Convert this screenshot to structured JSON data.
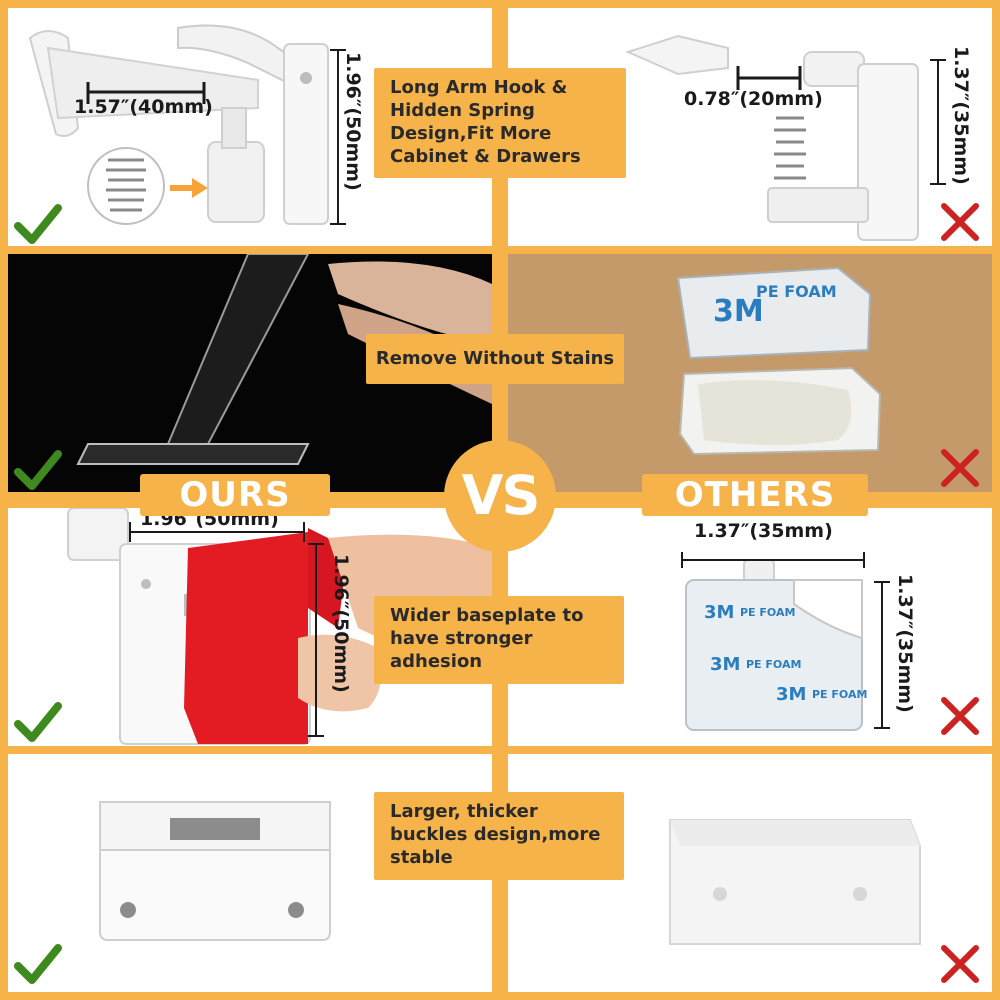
{
  "labels": {
    "ours": "OURS",
    "vs": "VS",
    "others": "OTHERS"
  },
  "callouts": {
    "hook": [
      "Long Arm Hook &",
      "Hidden Spring",
      "Design,Fit More",
      "Cabinet & Drawers"
    ],
    "stains": "Remove Without Stains",
    "baseplate": [
      "Wider baseplate to",
      "have stronger",
      "adhesion"
    ],
    "buckles": [
      "Larger, thicker",
      "buckles design,more",
      "stable"
    ]
  },
  "dimensions": {
    "ours_arm": "1.57″(40mm)",
    "ours_height": "1.96″(50mm)",
    "others_arm": "0.78″(20mm)",
    "others_height": "1.37″(35mm)",
    "ours_base_width": "1.96″(50mm)",
    "ours_base_height": "1.96″(50mm)",
    "others_base_width": "1.37″(35mm)",
    "others_base_height": "1.37″(35mm)"
  },
  "foam_label": "3M",
  "foam_text": "PE FOAM",
  "colors": {
    "accent": "#f6b34a",
    "check": "#3f8a1e",
    "cross": "#cc2222",
    "adhesive_red": "#e31b23"
  },
  "icons": {
    "ours": "check-mark-icon",
    "others": "cross-mark-icon"
  }
}
